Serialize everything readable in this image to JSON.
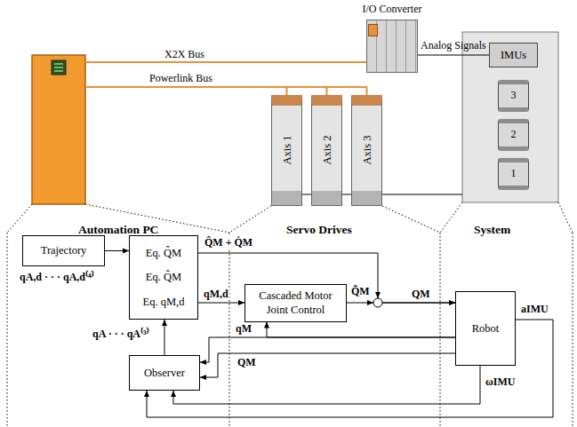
{
  "diagram": {
    "nodes": [
      {
        "text": [
          "I/O Converter"
        ]
      },
      {
        "text": [
          "Axis 1"
        ]
      },
      {
        "text": [
          "Axis 2"
        ]
      },
      {
        "text": [
          "Axis 3"
        ]
      },
      {
        "text": [
          "IMUs"
        ]
      },
      {
        "text": [
          "3"
        ]
      },
      {
        "text": [
          "2"
        ]
      },
      {
        "text": [
          "1"
        ]
      },
      {
        "text": [
          "Trajectory"
        ]
      },
      {
        "text": [
          "Eq. Q̂M",
          "Eq. Q̌M",
          "Eq. qM,d"
        ]
      },
      {
        "text": [
          "Cascaded Motor Joint Control"
        ]
      },
      {
        "text": [
          "Observer"
        ]
      },
      {
        "text": [
          "Robot"
        ]
      }
    ],
    "edges": [
      {
        "from": 8,
        "to": 9,
        "arrow": "to"
      },
      {
        "from": 9,
        "to": 10,
        "arrow": "to",
        "label": "qM,d"
      },
      {
        "from": 11,
        "to": 9,
        "arrow": "to"
      },
      {
        "from": 12,
        "to": 10,
        "arrow": "to"
      },
      {
        "from": 12,
        "to": 11,
        "arrow": "to"
      },
      {
        "from": 12,
        "to": 11,
        "arrow": "to"
      },
      {
        "from": 12,
        "to": 11,
        "arrow": "to"
      },
      {
        "from": 12,
        "to": 11,
        "arrow": "to"
      },
      {
        "from": 9,
        "to": 12,
        "arrow": "to"
      },
      {
        "from": 10,
        "to": 12,
        "arrow": "to"
      }
    ],
    "labels": [
      "X2X Bus",
      "Powerlink Bus",
      "Analog Signals",
      "Automation PC",
      "Servo Drives",
      "System",
      "qA,d · · · qA,d⁽⁴⁾",
      "Q̂M + Q̇M",
      "Q̃M",
      "QM",
      "qA · · · qA⁽³⁾",
      "qM",
      "QM",
      "aIMU",
      "ωIMU"
    ]
  }
}
